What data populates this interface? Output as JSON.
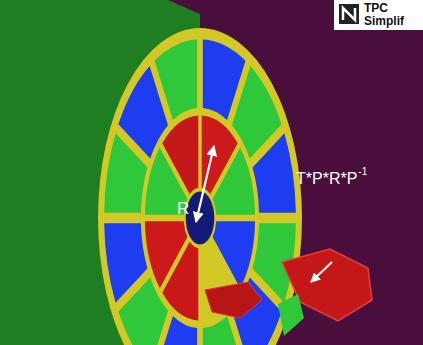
{
  "diagram": {
    "labels": [
      "TPC",
      "Simplif",
      "R",
      "T*P*R*P",
      "-1"
    ]
  }
}
